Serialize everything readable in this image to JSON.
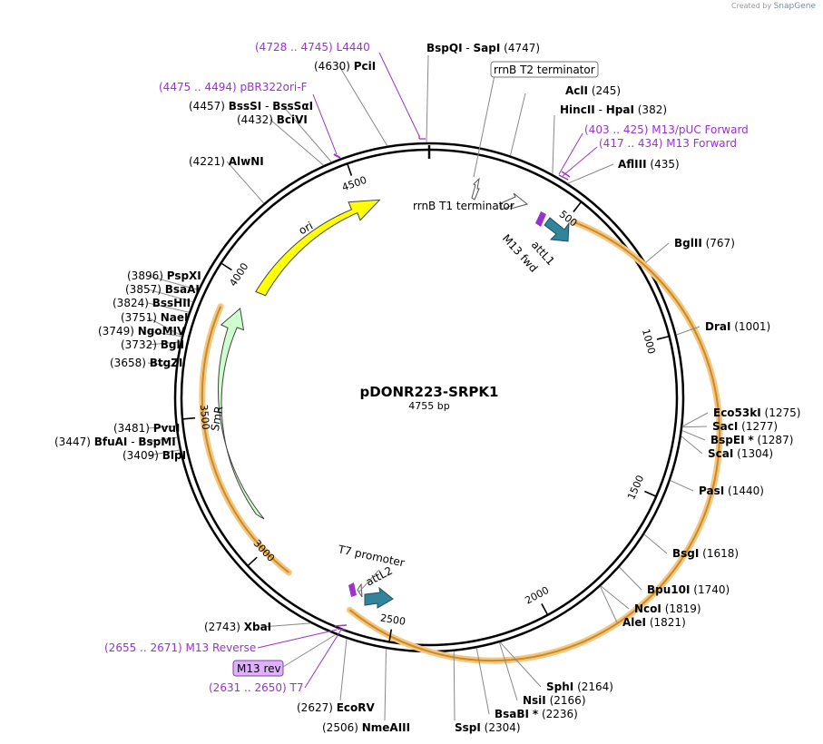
{
  "watermark": {
    "prefix": "Created by",
    "product": "SnapGene"
  },
  "plasmid": {
    "name": "pDONR223-SRPK1",
    "length_label": "4755 bp",
    "length": 4755
  },
  "ticks": [
    "500",
    "1000",
    "1500",
    "2000",
    "2500",
    "3000",
    "3500",
    "4000",
    "4500"
  ],
  "sites": [
    {
      "pos": "4747",
      "name": "BspQI",
      "name2": "SapI"
    },
    {
      "pos": "245",
      "name": "AclI"
    },
    {
      "pos": "382",
      "name": "HincII",
      "name2": "HpaI"
    },
    {
      "pos": "435",
      "name": "AflIII"
    },
    {
      "pos": "767",
      "name": "BglII"
    },
    {
      "pos": "1001",
      "name": "DraI"
    },
    {
      "pos": "1275",
      "name": "Eco53kI"
    },
    {
      "pos": "1277",
      "name": "SacI"
    },
    {
      "pos": "1287",
      "name": "BspEI",
      "mark": "*"
    },
    {
      "pos": "1304",
      "name": "ScaI"
    },
    {
      "pos": "1440",
      "name": "PasI"
    },
    {
      "pos": "1618",
      "name": "BsgI"
    },
    {
      "pos": "1740",
      "name": "Bpu10I"
    },
    {
      "pos": "1819",
      "name": "NcoI"
    },
    {
      "pos": "1821",
      "name": "AleI"
    },
    {
      "pos": "2164",
      "name": "SphI"
    },
    {
      "pos": "2166",
      "name": "NsiI"
    },
    {
      "pos": "2236",
      "name": "BsaBI",
      "mark": "*"
    },
    {
      "pos": "2304",
      "name": "SspI"
    },
    {
      "pos": "2506",
      "name": "NmeAIII"
    },
    {
      "pos": "2627",
      "name": "EcoRV"
    },
    {
      "pos": "2743",
      "name": "XbaI"
    },
    {
      "pos": "3409",
      "name": "BlpI"
    },
    {
      "pos": "3447",
      "name": "BfuAI",
      "name2": "BspMI"
    },
    {
      "pos": "3481",
      "name": "PvuI"
    },
    {
      "pos": "3658",
      "name": "BtgZI"
    },
    {
      "pos": "3732",
      "name": "BglI"
    },
    {
      "pos": "3749",
      "name": "NgoMIV"
    },
    {
      "pos": "3751",
      "name": "NaeI"
    },
    {
      "pos": "3824",
      "name": "BssHII"
    },
    {
      "pos": "3857",
      "name": "BsaAI"
    },
    {
      "pos": "3896",
      "name": "PspXI"
    },
    {
      "pos": "4221",
      "name": "AlwNI"
    },
    {
      "pos": "4432",
      "name": "BciVI"
    },
    {
      "pos": "4457",
      "name": "BssSI",
      "name2": "BssSαI"
    },
    {
      "pos": "4630",
      "name": "PciI"
    }
  ],
  "primers": [
    {
      "range": "(4728 .. 4745)",
      "name": "L4440"
    },
    {
      "range": "(4475 .. 4494)",
      "name": "pBR322ori-F"
    },
    {
      "range": "(403 .. 425)",
      "name": "M13/pUC Forward"
    },
    {
      "range": "(417 .. 434)",
      "name": "M13 Forward"
    },
    {
      "range": "(2655 .. 2671)",
      "name": "M13 Reverse"
    },
    {
      "range": "(2631 .. 2650)",
      "name": "T7"
    }
  ],
  "boxed_labels": {
    "rrnb_t2": "rrnB T2 terminator",
    "m13_rev": "M13 rev"
  },
  "features": {
    "rrnb_t1": "rrnB T1 terminator",
    "attl1": "attL1",
    "m13_fwd": "M13 fwd",
    "t7_promoter": "T7 promoter",
    "attl2": "attL2",
    "ori": "ori",
    "smr": "SmR"
  },
  "colors": {
    "backbone": "#000000",
    "ori": "#ffff00",
    "smr": "#ccffcc",
    "att": "#31849b",
    "primer": "#9933cc",
    "insert_highlight": "#f5c77e",
    "insert_line": "#c78a2c",
    "m13_rev_box": "#e0b0ff"
  }
}
